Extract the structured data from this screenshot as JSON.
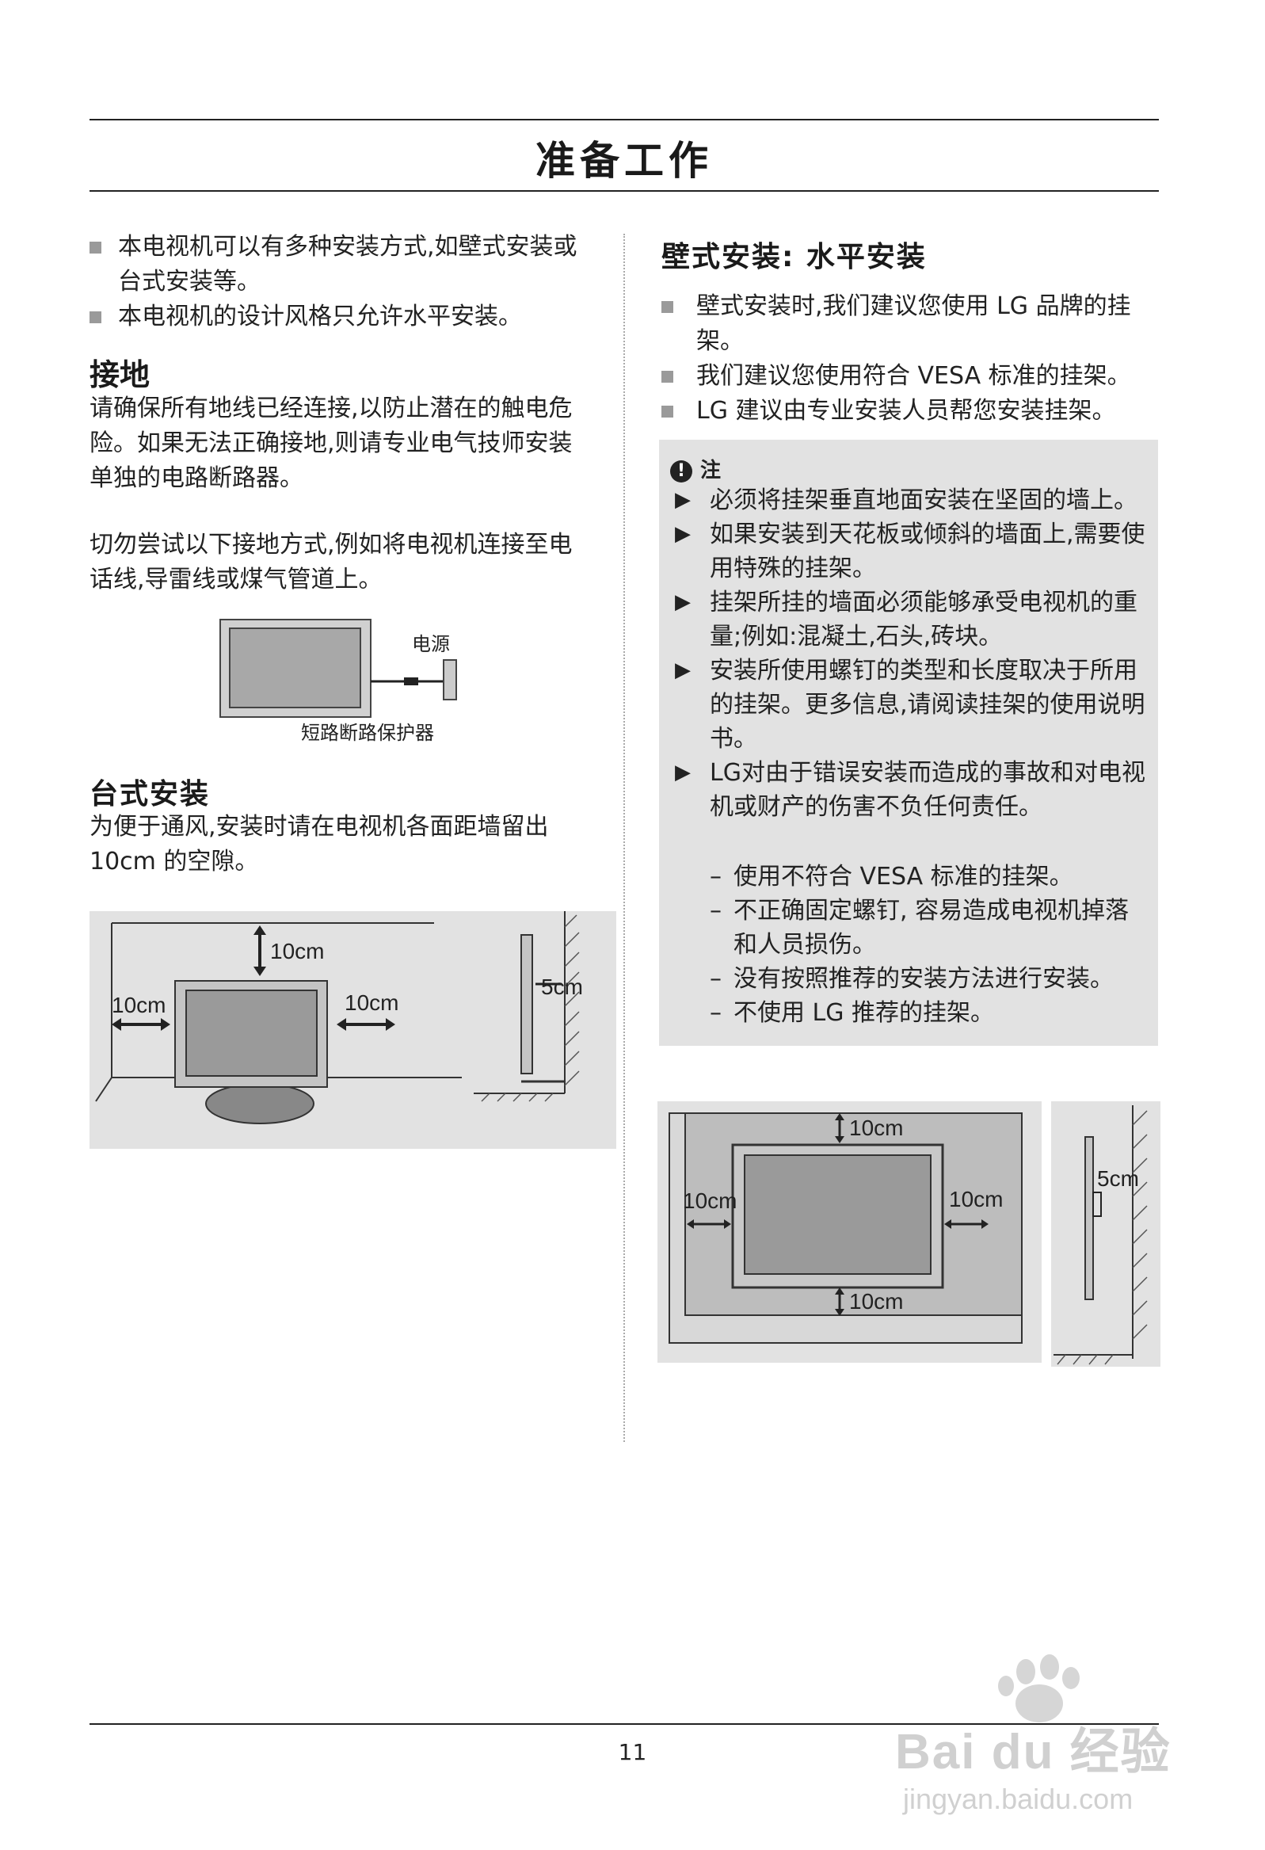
{
  "page": {
    "title": "准备工作",
    "page_number": "11"
  },
  "left": {
    "bullets": [
      "本电视机可以有多种安装方式,如壁式安装或台式安装等。",
      "本电视机的设计风格只允许水平安装。"
    ],
    "grounding": {
      "heading": "接地",
      "para1": "请确保所有地线已经连接,以防止潜在的触电危险。如果无法正确接地,则请专业电气技师安装单独的电路断路器。",
      "para2": "切勿尝试以下接地方式,例如将电视机连接至电话线,导雷线或煤气管道上。",
      "fig_power_label": "电源",
      "fig_breaker_label": "短路断路保护器"
    },
    "desk": {
      "heading": "台式安装",
      "para": "为便于通风,安装时请在电视机各面距墙留出10cm 的空隙。",
      "fig_top": "10cm",
      "fig_left": "10cm",
      "fig_right": "10cm",
      "fig_side": "5cm"
    }
  },
  "right": {
    "heading": "壁式安装: 水平安装",
    "bullets": [
      "壁式安装时,我们建议您使用 LG 品牌的挂架。",
      "我们建议您使用符合 VESA 标准的挂架。",
      "LG 建议由专业安装人员帮您安装挂架。"
    ],
    "note": {
      "label": "注",
      "items": [
        "必须将挂架垂直地面安装在坚固的墙上。",
        "如果安装到天花板或倾斜的墙面上,需要使用特殊的挂架。",
        "挂架所挂的墙面必须能够承受电视机的重量;例如:混凝土,石头,砖块。",
        "安装所使用螺钉的类型和长度取决于所用的挂架。更多信息,请阅读挂架的使用说明书。",
        "LG对由于错误安装而造成的事故和对电视机或财产的伤害不负任何责任。"
      ],
      "sub_items": [
        "使用不符合 VESA 标准的挂架。",
        "不正确固定螺钉, 容易造成电视机掉落和人员损伤。",
        "没有按照推荐的安装方法进行安装。",
        "不使用 LG 推荐的挂架。"
      ]
    },
    "wall_fig": {
      "top": "10cm",
      "left": "10cm",
      "right": "10cm",
      "bottom": "10cm",
      "side": "5cm"
    }
  },
  "watermark": {
    "brand": "Bai du 经验",
    "url": "jingyan.baidu.com"
  }
}
